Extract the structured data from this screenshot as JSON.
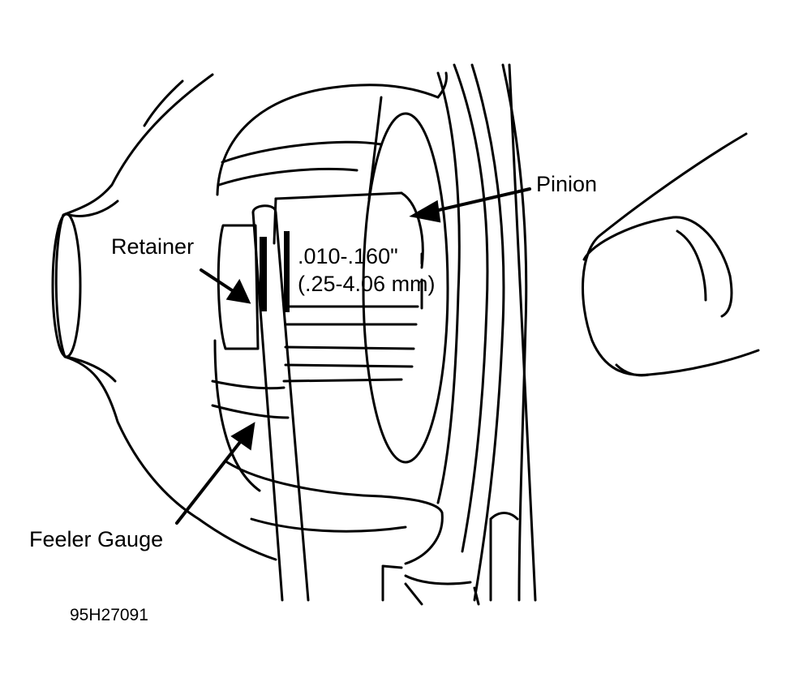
{
  "labels": {
    "pinion": "Pinion",
    "retainer": "Retainer",
    "clearance_in": ".010-.160\"",
    "clearance_mm": "(.25-4.06 mm)",
    "feeler_gauge": "Feeler Gauge"
  },
  "figure_code": "95H27091",
  "colors": {
    "ink": "#000000",
    "paper": "#ffffff"
  }
}
